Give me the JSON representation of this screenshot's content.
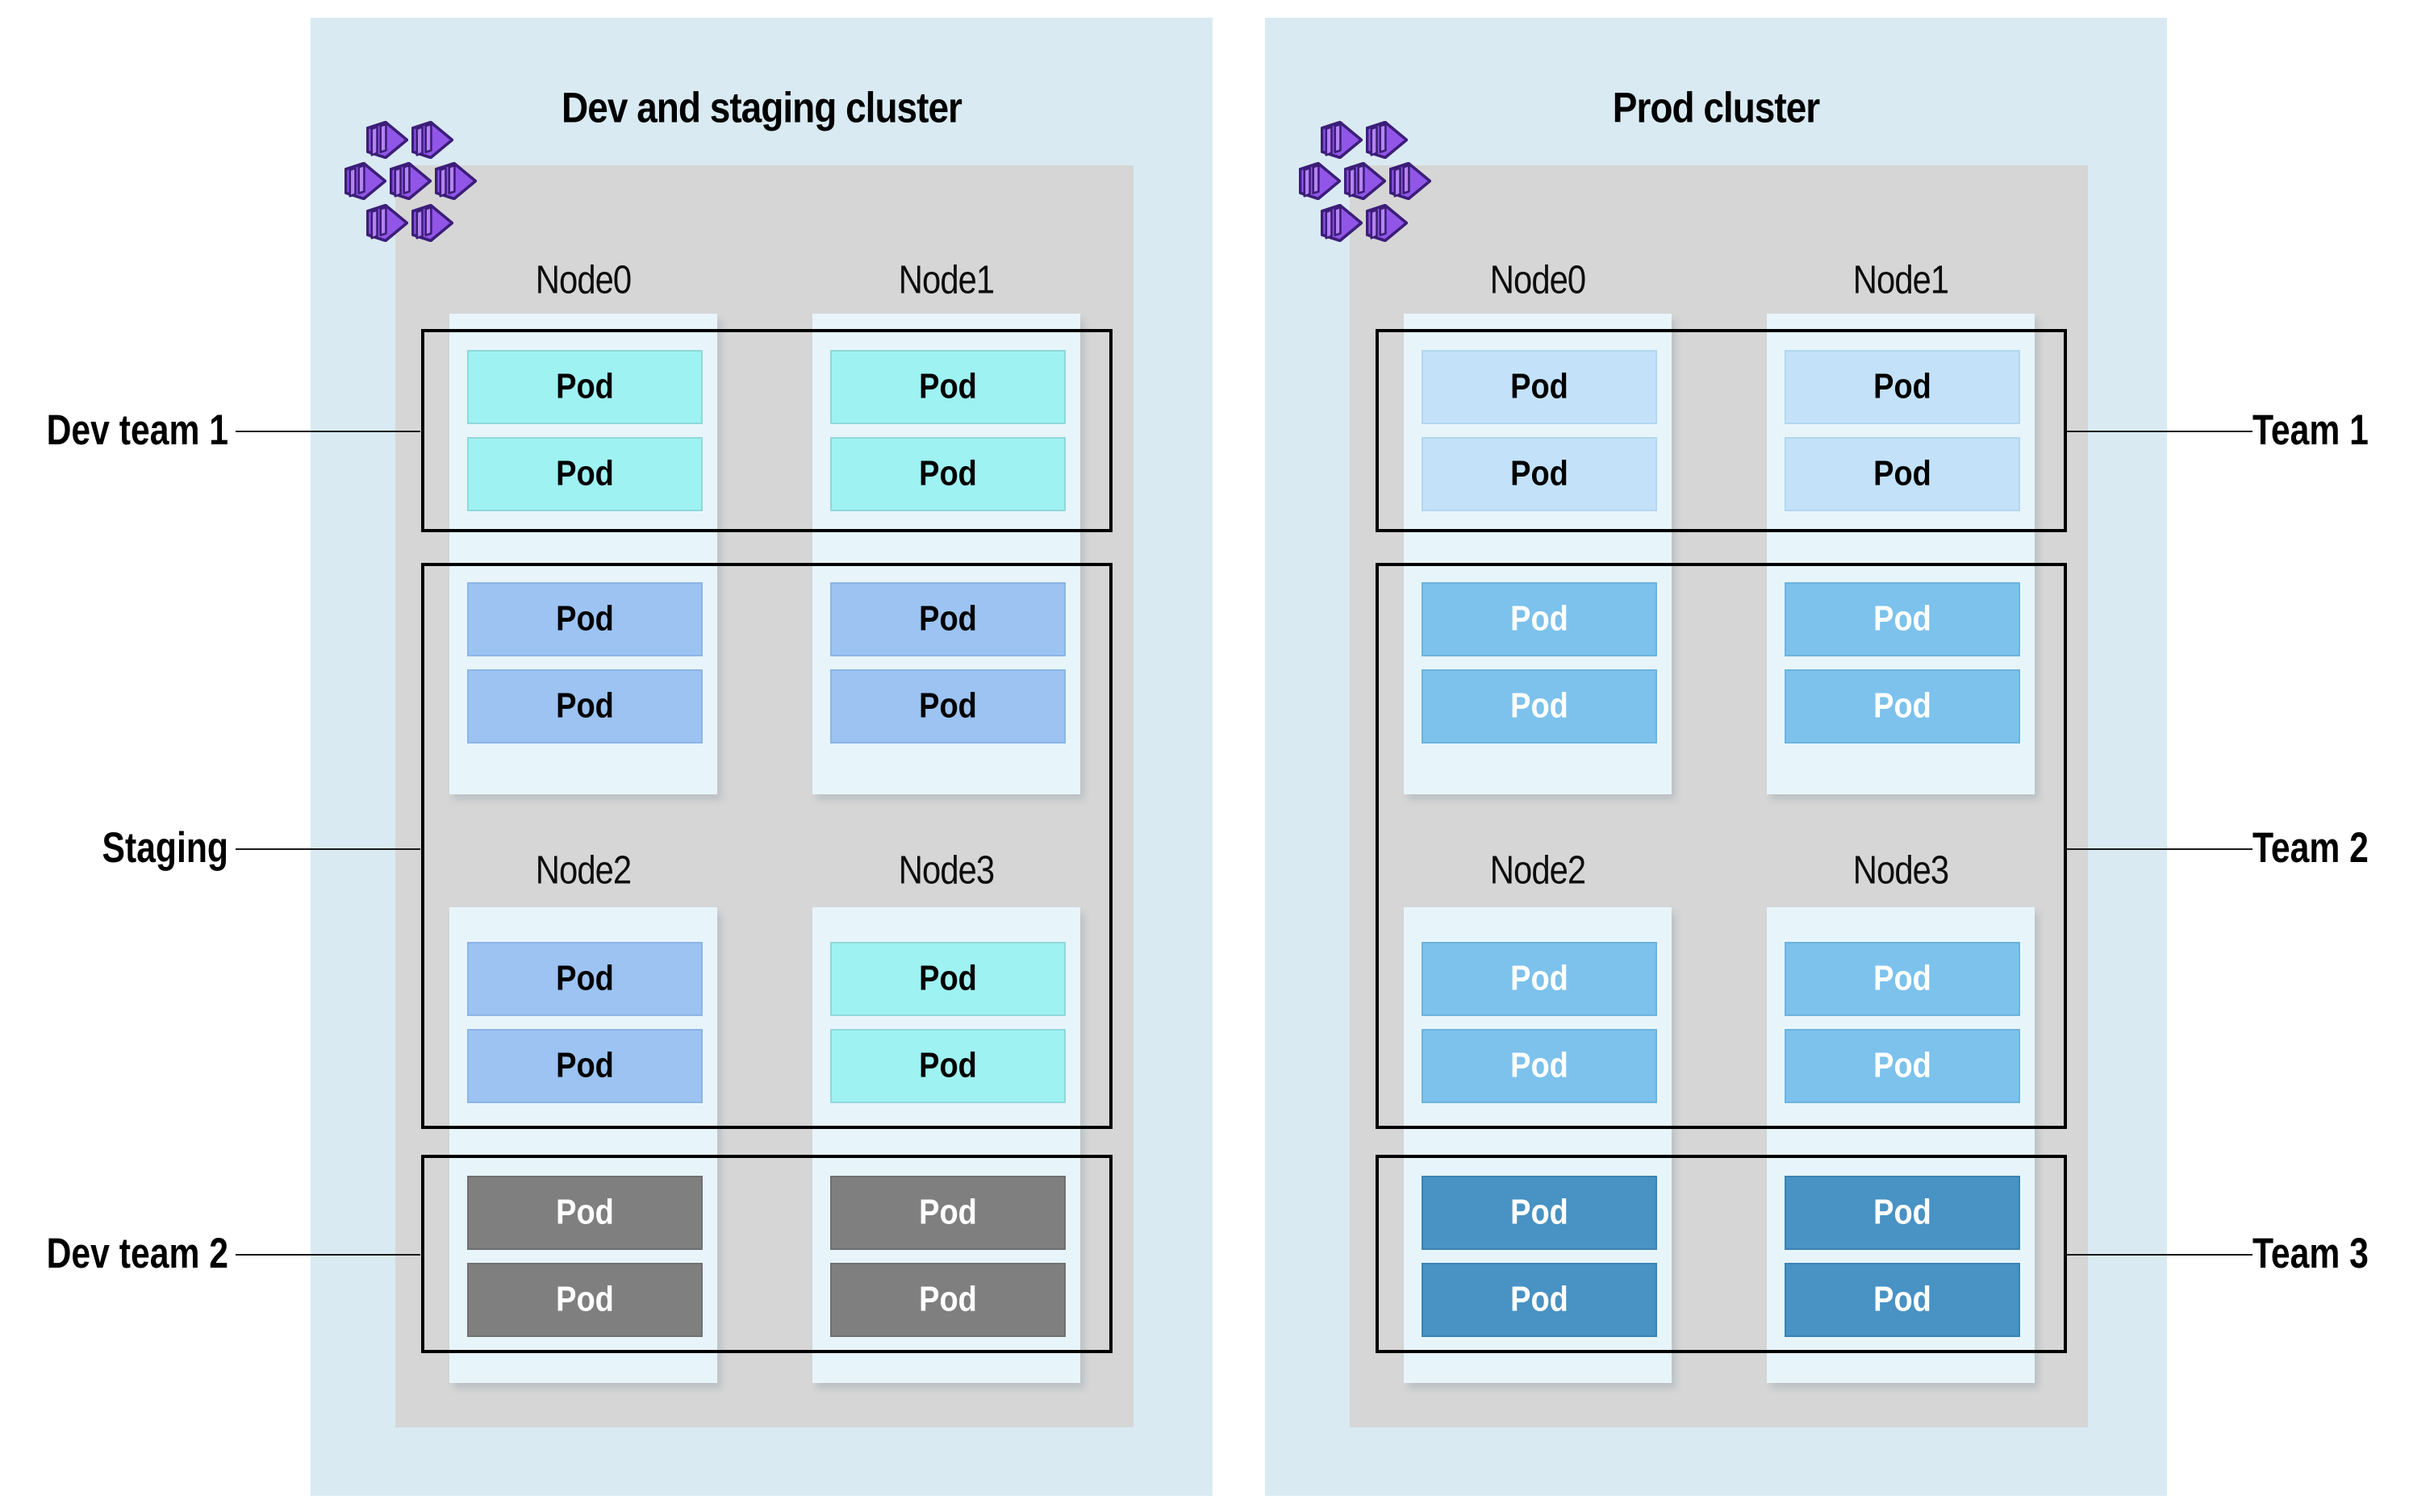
{
  "diagram": {
    "pod_label": "Pod",
    "clusters": [
      {
        "title": "Dev and staging cluster",
        "nodes": [
          {
            "name": "Node0",
            "pods": [
              "dev1",
              "dev1",
              "staging",
              "staging"
            ]
          },
          {
            "name": "Node1",
            "pods": [
              "dev1",
              "dev1",
              "staging",
              "staging"
            ]
          },
          {
            "name": "Node2",
            "pods": [
              "staging",
              "staging",
              "dev2",
              "dev2"
            ]
          },
          {
            "name": "Node3",
            "pods": [
              "dev1",
              "dev1",
              "dev2",
              "dev2"
            ]
          }
        ],
        "groups": [
          {
            "label": "Dev team 1",
            "side": "left"
          },
          {
            "label": "Staging",
            "side": "left"
          },
          {
            "label": "Dev team 2",
            "side": "left"
          }
        ]
      },
      {
        "title": "Prod cluster",
        "nodes": [
          {
            "name": "Node0",
            "pods": [
              "team1",
              "team1",
              "team2",
              "team2"
            ]
          },
          {
            "name": "Node1",
            "pods": [
              "team1",
              "team1",
              "team2",
              "team2"
            ]
          },
          {
            "name": "Node2",
            "pods": [
              "team2",
              "team2",
              "team3",
              "team3"
            ]
          },
          {
            "name": "Node3",
            "pods": [
              "team2",
              "team2",
              "team3",
              "team3"
            ]
          }
        ],
        "groups": [
          {
            "label": "Team 1",
            "side": "right"
          },
          {
            "label": "Team 2",
            "side": "right"
          },
          {
            "label": "Team 3",
            "side": "right"
          }
        ]
      }
    ],
    "pod_types": {
      "dev1": {
        "fill": "#9ff2f2",
        "text_color": "#000000",
        "border": "#8fd8da"
      },
      "staging": {
        "fill": "#9cc3f2",
        "text_color": "#000000",
        "border": "#8db4e4"
      },
      "dev2": {
        "fill": "#7f7f7f",
        "text_color": "#ffffff",
        "border": "#707070"
      },
      "team1": {
        "fill": "#c3e2fa",
        "text_color": "#000000",
        "border": "#b2d6f0"
      },
      "team2": {
        "fill": "#7cc2ec",
        "text_color": "#ffffff",
        "border": "#6db3dd"
      },
      "team3": {
        "fill": "#4892c4",
        "text_color": "#ffffff",
        "border": "#3d83b2"
      }
    },
    "colors": {
      "page_bg": "#ffffff",
      "panel_bg": "#d9eaf2",
      "nodes_area_bg": "#d6d6d6",
      "node_column_bg": "#e7f5fb",
      "group_outline": "#000000",
      "connector": "#1a1a1a",
      "title_text": "#000000",
      "icon_purple": "#9156e8",
      "icon_purple_light": "#b583f3",
      "icon_purple_dark": "#3c1e78"
    }
  }
}
